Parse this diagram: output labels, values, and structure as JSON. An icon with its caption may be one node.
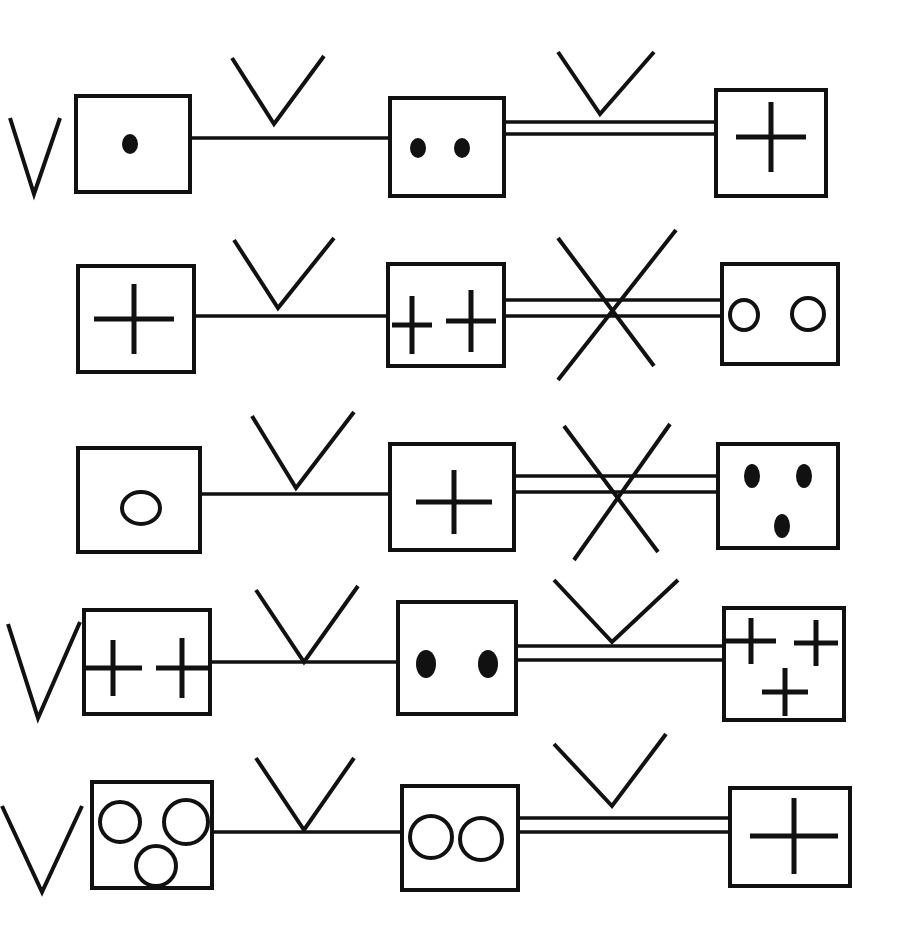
{
  "diagram": {
    "nodes": [
      {
        "text": [],
        "shape": "box"
      },
      {
        "text": [],
        "shape": "box"
      },
      {
        "text": [],
        "shape": "box"
      },
      {
        "text": [],
        "shape": "box"
      },
      {
        "text": [],
        "shape": "box"
      },
      {
        "text": [],
        "shape": "box"
      },
      {
        "text": [],
        "shape": "box"
      },
      {
        "text": [],
        "shape": "box"
      },
      {
        "text": [],
        "shape": "box"
      },
      {
        "text": [],
        "shape": "box"
      },
      {
        "text": [],
        "shape": "box"
      },
      {
        "text": [],
        "shape": "box"
      },
      {
        "text": [],
        "shape": "box"
      },
      {
        "text": [],
        "shape": "box"
      },
      {
        "text": [],
        "shape": "box"
      }
    ],
    "edges": [
      {
        "from": 0,
        "to": 1,
        "arrow": "none"
      },
      {
        "from": 1,
        "to": 2,
        "arrow": "none"
      },
      {
        "from": 1,
        "to": 2,
        "arrow": "none"
      },
      {
        "from": 3,
        "to": 4,
        "arrow": "none"
      },
      {
        "from": 4,
        "to": 5,
        "arrow": "none"
      },
      {
        "from": 4,
        "to": 5,
        "arrow": "none"
      },
      {
        "from": 6,
        "to": 7,
        "arrow": "none"
      },
      {
        "from": 7,
        "to": 8,
        "arrow": "none"
      },
      {
        "from": 7,
        "to": 8,
        "arrow": "none"
      },
      {
        "from": 9,
        "to": 10,
        "arrow": "none"
      },
      {
        "from": 10,
        "to": 11,
        "arrow": "none"
      },
      {
        "from": 10,
        "to": 11,
        "arrow": "none"
      },
      {
        "from": 12,
        "to": 13,
        "arrow": "none"
      },
      {
        "from": 13,
        "to": 14,
        "arrow": "none"
      },
      {
        "from": 13,
        "to": 14,
        "arrow": "none"
      }
    ]
  }
}
